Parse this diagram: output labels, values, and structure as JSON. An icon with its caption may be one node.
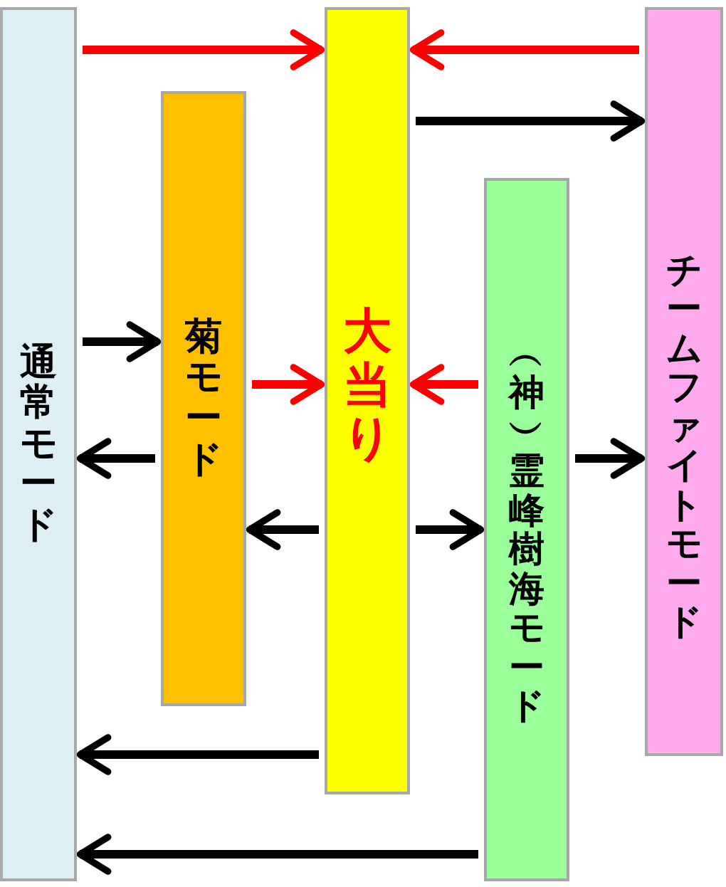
{
  "diagram": {
    "nodes": [
      {
        "text": [
          "通常モード"
        ]
      },
      {
        "text": [
          "菊モード"
        ]
      },
      {
        "text": [
          "大当り"
        ]
      },
      {
        "text": [
          "︵神︶霊峰樹海モード"
        ]
      },
      {
        "text": [
          "チームファイトモード"
        ]
      }
    ],
    "edges": [
      {
        "from": 0,
        "to": 2,
        "arrow": "to",
        "color": "#ff0000"
      },
      {
        "from": 4,
        "to": 2,
        "arrow": "to",
        "color": "#ff0000"
      },
      {
        "from": 2,
        "to": 4,
        "arrow": "to"
      },
      {
        "from": 0,
        "to": 1,
        "arrow": "to"
      },
      {
        "from": 1,
        "to": 2,
        "arrow": "to",
        "color": "#ff0000"
      },
      {
        "from": 3,
        "to": 2,
        "arrow": "to",
        "color": "#ff0000"
      },
      {
        "from": 1,
        "to": 0,
        "arrow": "to"
      },
      {
        "from": 3,
        "to": 4,
        "arrow": "to"
      },
      {
        "from": 2,
        "to": 1,
        "arrow": "to"
      },
      {
        "from": 2,
        "to": 3,
        "arrow": "to"
      },
      {
        "from": 2,
        "to": 0,
        "arrow": "to"
      },
      {
        "from": 3,
        "to": 0,
        "arrow": "to"
      }
    ]
  }
}
